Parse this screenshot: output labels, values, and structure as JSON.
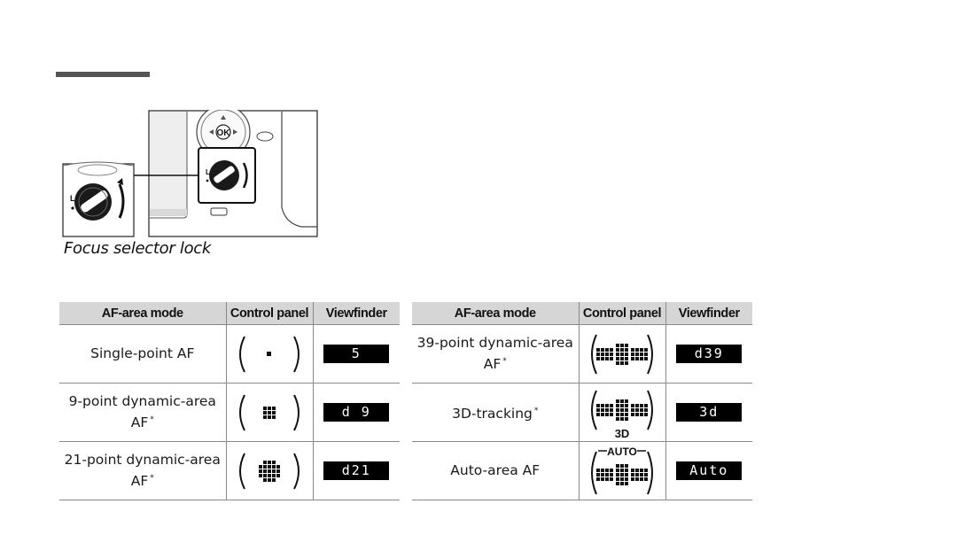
{
  "figure": {
    "caption": "Focus selector lock",
    "illustration_labels": {
      "ok_button": "OK",
      "lock_mark_main": "L",
      "lock_mark_inset": "L"
    }
  },
  "tables": [
    {
      "headers": [
        "AF-area mode",
        "Control panel",
        "Viewfinder"
      ],
      "rows": [
        {
          "mode_line1": "Single-point AF",
          "mode_line2": "",
          "footnote": "",
          "panel_icon": "single-point-af-icon",
          "viewfinder": "5"
        },
        {
          "mode_line1": "9-point dynamic-area",
          "mode_line2": "AF",
          "footnote": "*",
          "panel_icon": "9-point-af-icon",
          "viewfinder": "d 9"
        },
        {
          "mode_line1": "21-point dynamic-area",
          "mode_line2": "AF",
          "footnote": "*",
          "panel_icon": "21-point-af-icon",
          "viewfinder": "d21"
        }
      ]
    },
    {
      "headers": [
        "AF-area mode",
        "Control panel",
        "Viewfinder"
      ],
      "rows": [
        {
          "mode_line1": "39-point dynamic-area",
          "mode_line2": "AF",
          "footnote": "*",
          "panel_icon": "39-point-af-icon",
          "panel_label": "",
          "viewfinder": "d39"
        },
        {
          "mode_line1": "3D-tracking",
          "mode_line2": "",
          "footnote": "*",
          "panel_icon": "3d-tracking-icon",
          "panel_label": "3D",
          "viewfinder": "3d"
        },
        {
          "mode_line1": "Auto-area AF",
          "mode_line2": "",
          "footnote": "",
          "panel_icon": "auto-area-af-icon",
          "panel_label": "AUTO",
          "viewfinder": "Auto"
        }
      ]
    }
  ]
}
